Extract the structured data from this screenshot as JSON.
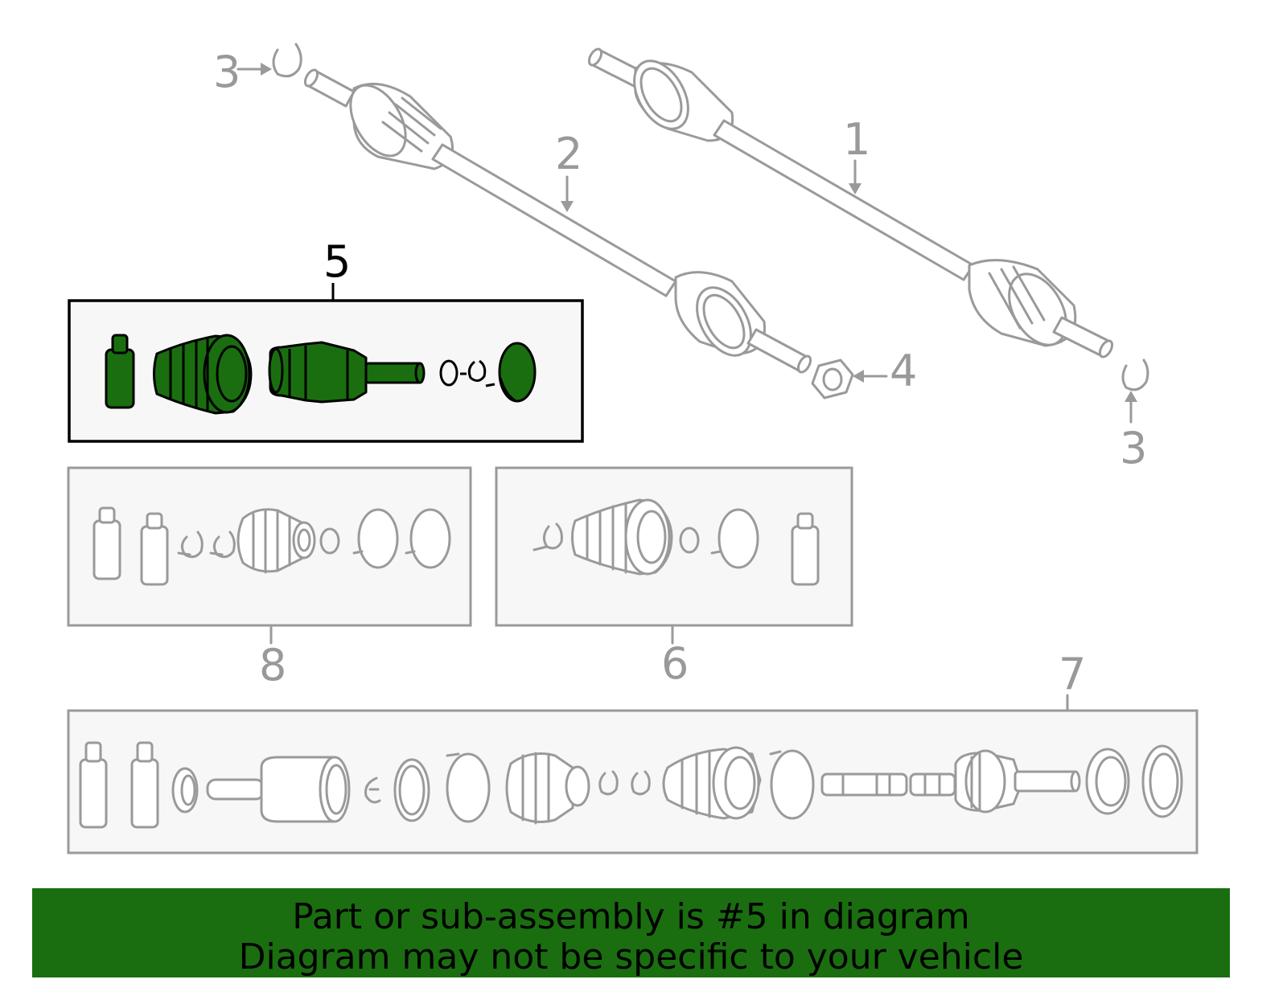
{
  "callouts": {
    "c1": "1",
    "c2": "2",
    "c3a": "3",
    "c3b": "3",
    "c4": "4",
    "c5": "5",
    "c6": "6",
    "c7": "7",
    "c8": "8"
  },
  "highlight": {
    "part": "5",
    "color": "#1a6e10"
  },
  "banner": {
    "line1": "Part or sub-assembly is #5 in diagram",
    "line2": "Diagram may not be specific to your vehicle",
    "background": "#1a6e10"
  }
}
